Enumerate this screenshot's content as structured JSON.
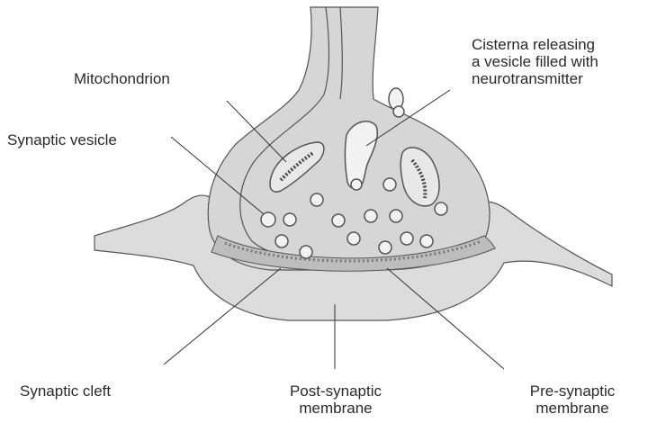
{
  "labels": {
    "mitochondrion": "Mitochondrion",
    "synaptic_vesicle": "Synaptic vesicle",
    "cisterna": [
      "Cisterna releasing",
      "a vesicle filled with",
      "neurotransmitter"
    ],
    "synaptic_cleft": "Synaptic cleft",
    "post_synaptic": [
      "Post-synaptic",
      "membrane"
    ],
    "pre_synaptic": [
      "Pre-synaptic",
      "membrane"
    ]
  },
  "colors": {
    "tissue_fill": "#dcdcdc",
    "outline": "#555555",
    "cleft_fill": "#bdbdbd"
  }
}
